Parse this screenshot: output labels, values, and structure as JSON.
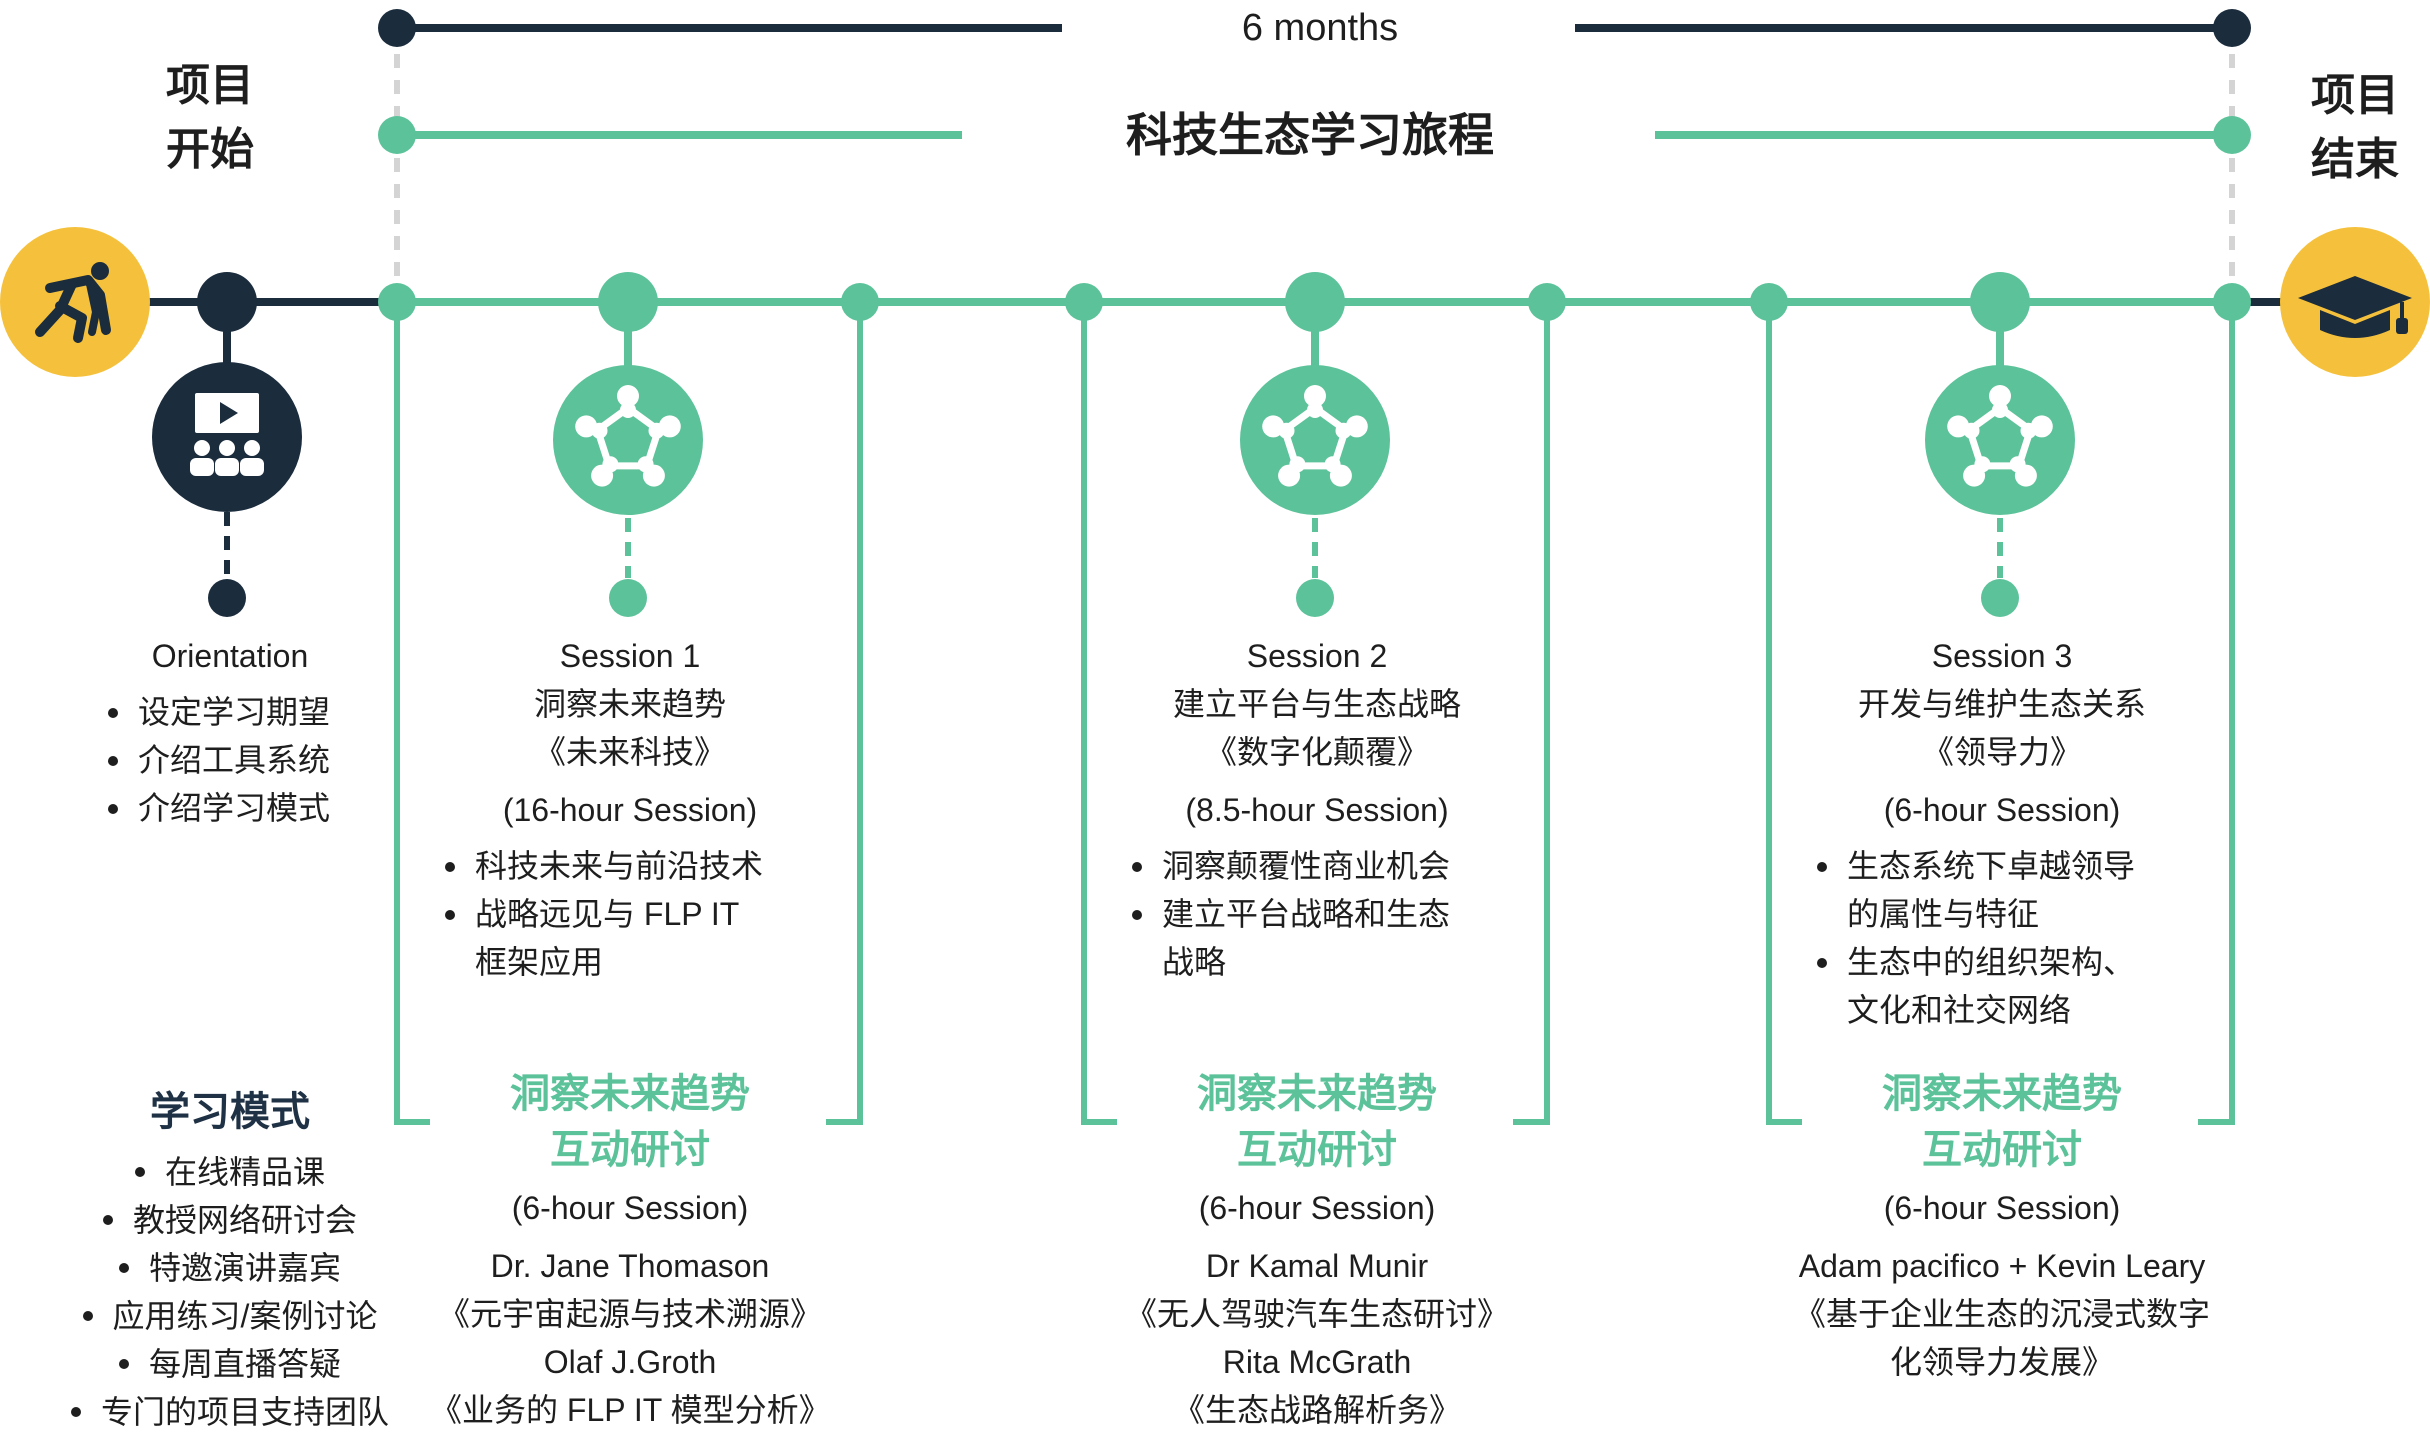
{
  "timeline": {
    "duration_label": "6 months",
    "journey_title": "科技生态学习旅程",
    "start_label": [
      "项目",
      "开始"
    ],
    "end_label": [
      "项目",
      "结束"
    ],
    "colors": {
      "navy": "#1b2c3d",
      "green": "#5cc29a",
      "yellow": "#f5c13c",
      "gray": "#d4d4d4"
    }
  },
  "orientation": {
    "title": "Orientation",
    "bullets": [
      "设定学习期望",
      "介绍工具系统",
      "介绍学习模式"
    ],
    "icon": "presentation-audience-icon"
  },
  "learning_mode": {
    "title": "学习模式",
    "items": [
      "在线精品课",
      "教授网络研讨会",
      "特邀演讲嘉宾",
      "应用练习/案例讨论",
      "每周直播答疑",
      "专门的项目支持团队"
    ]
  },
  "sessions": [
    {
      "name": "Session 1",
      "topic": "洞察未来趋势",
      "book": "《未来科技》",
      "duration": "(16-hour Session)",
      "bullets": [
        "科技未来与前沿技术",
        "战略远见与 FLP IT 框架应用"
      ],
      "workshop": {
        "title": [
          "洞察未来趋势",
          "互动研讨"
        ],
        "duration": "(6-hour Session)",
        "speakers": [
          "Dr. Jane Thomason",
          "《元宇宙起源与技术溯源》",
          "Olaf J.Groth",
          "《业务的 FLP IT 模型分析》"
        ]
      }
    },
    {
      "name": "Session 2",
      "topic": "建立平台与生态战略",
      "book": "《数字化颠覆》",
      "duration": "(8.5-hour Session)",
      "bullets": [
        "洞察颠覆性商业机会",
        "建立平台战略和生态战略"
      ],
      "workshop": {
        "title": [
          "洞察未来趋势",
          "互动研讨"
        ],
        "duration": "(6-hour Session)",
        "speakers": [
          "Dr Kamal Munir",
          "《无人驾驶汽车生态研讨》",
          "Rita McGrath",
          "《生态战路解析务》"
        ]
      }
    },
    {
      "name": "Session 3",
      "topic": "开发与维护生态关系",
      "book": "《领导力》",
      "duration": "(6-hour Session)",
      "bullets": [
        "生态系统下卓越领导的属性与特征",
        "生态中的组织架构、文化和社交网络"
      ],
      "workshop": {
        "title": [
          "洞察未来趋势",
          "互动研讨"
        ],
        "duration": "(6-hour Session)",
        "speakers": [
          "Adam pacifico + Kevin Leary",
          "《基于企业生态的沉浸式数字",
          "化领导力发展》"
        ]
      }
    }
  ],
  "icons": {
    "start": "runner-icon",
    "end": "graduation-cap-icon",
    "session": "meeting-table-icon"
  }
}
